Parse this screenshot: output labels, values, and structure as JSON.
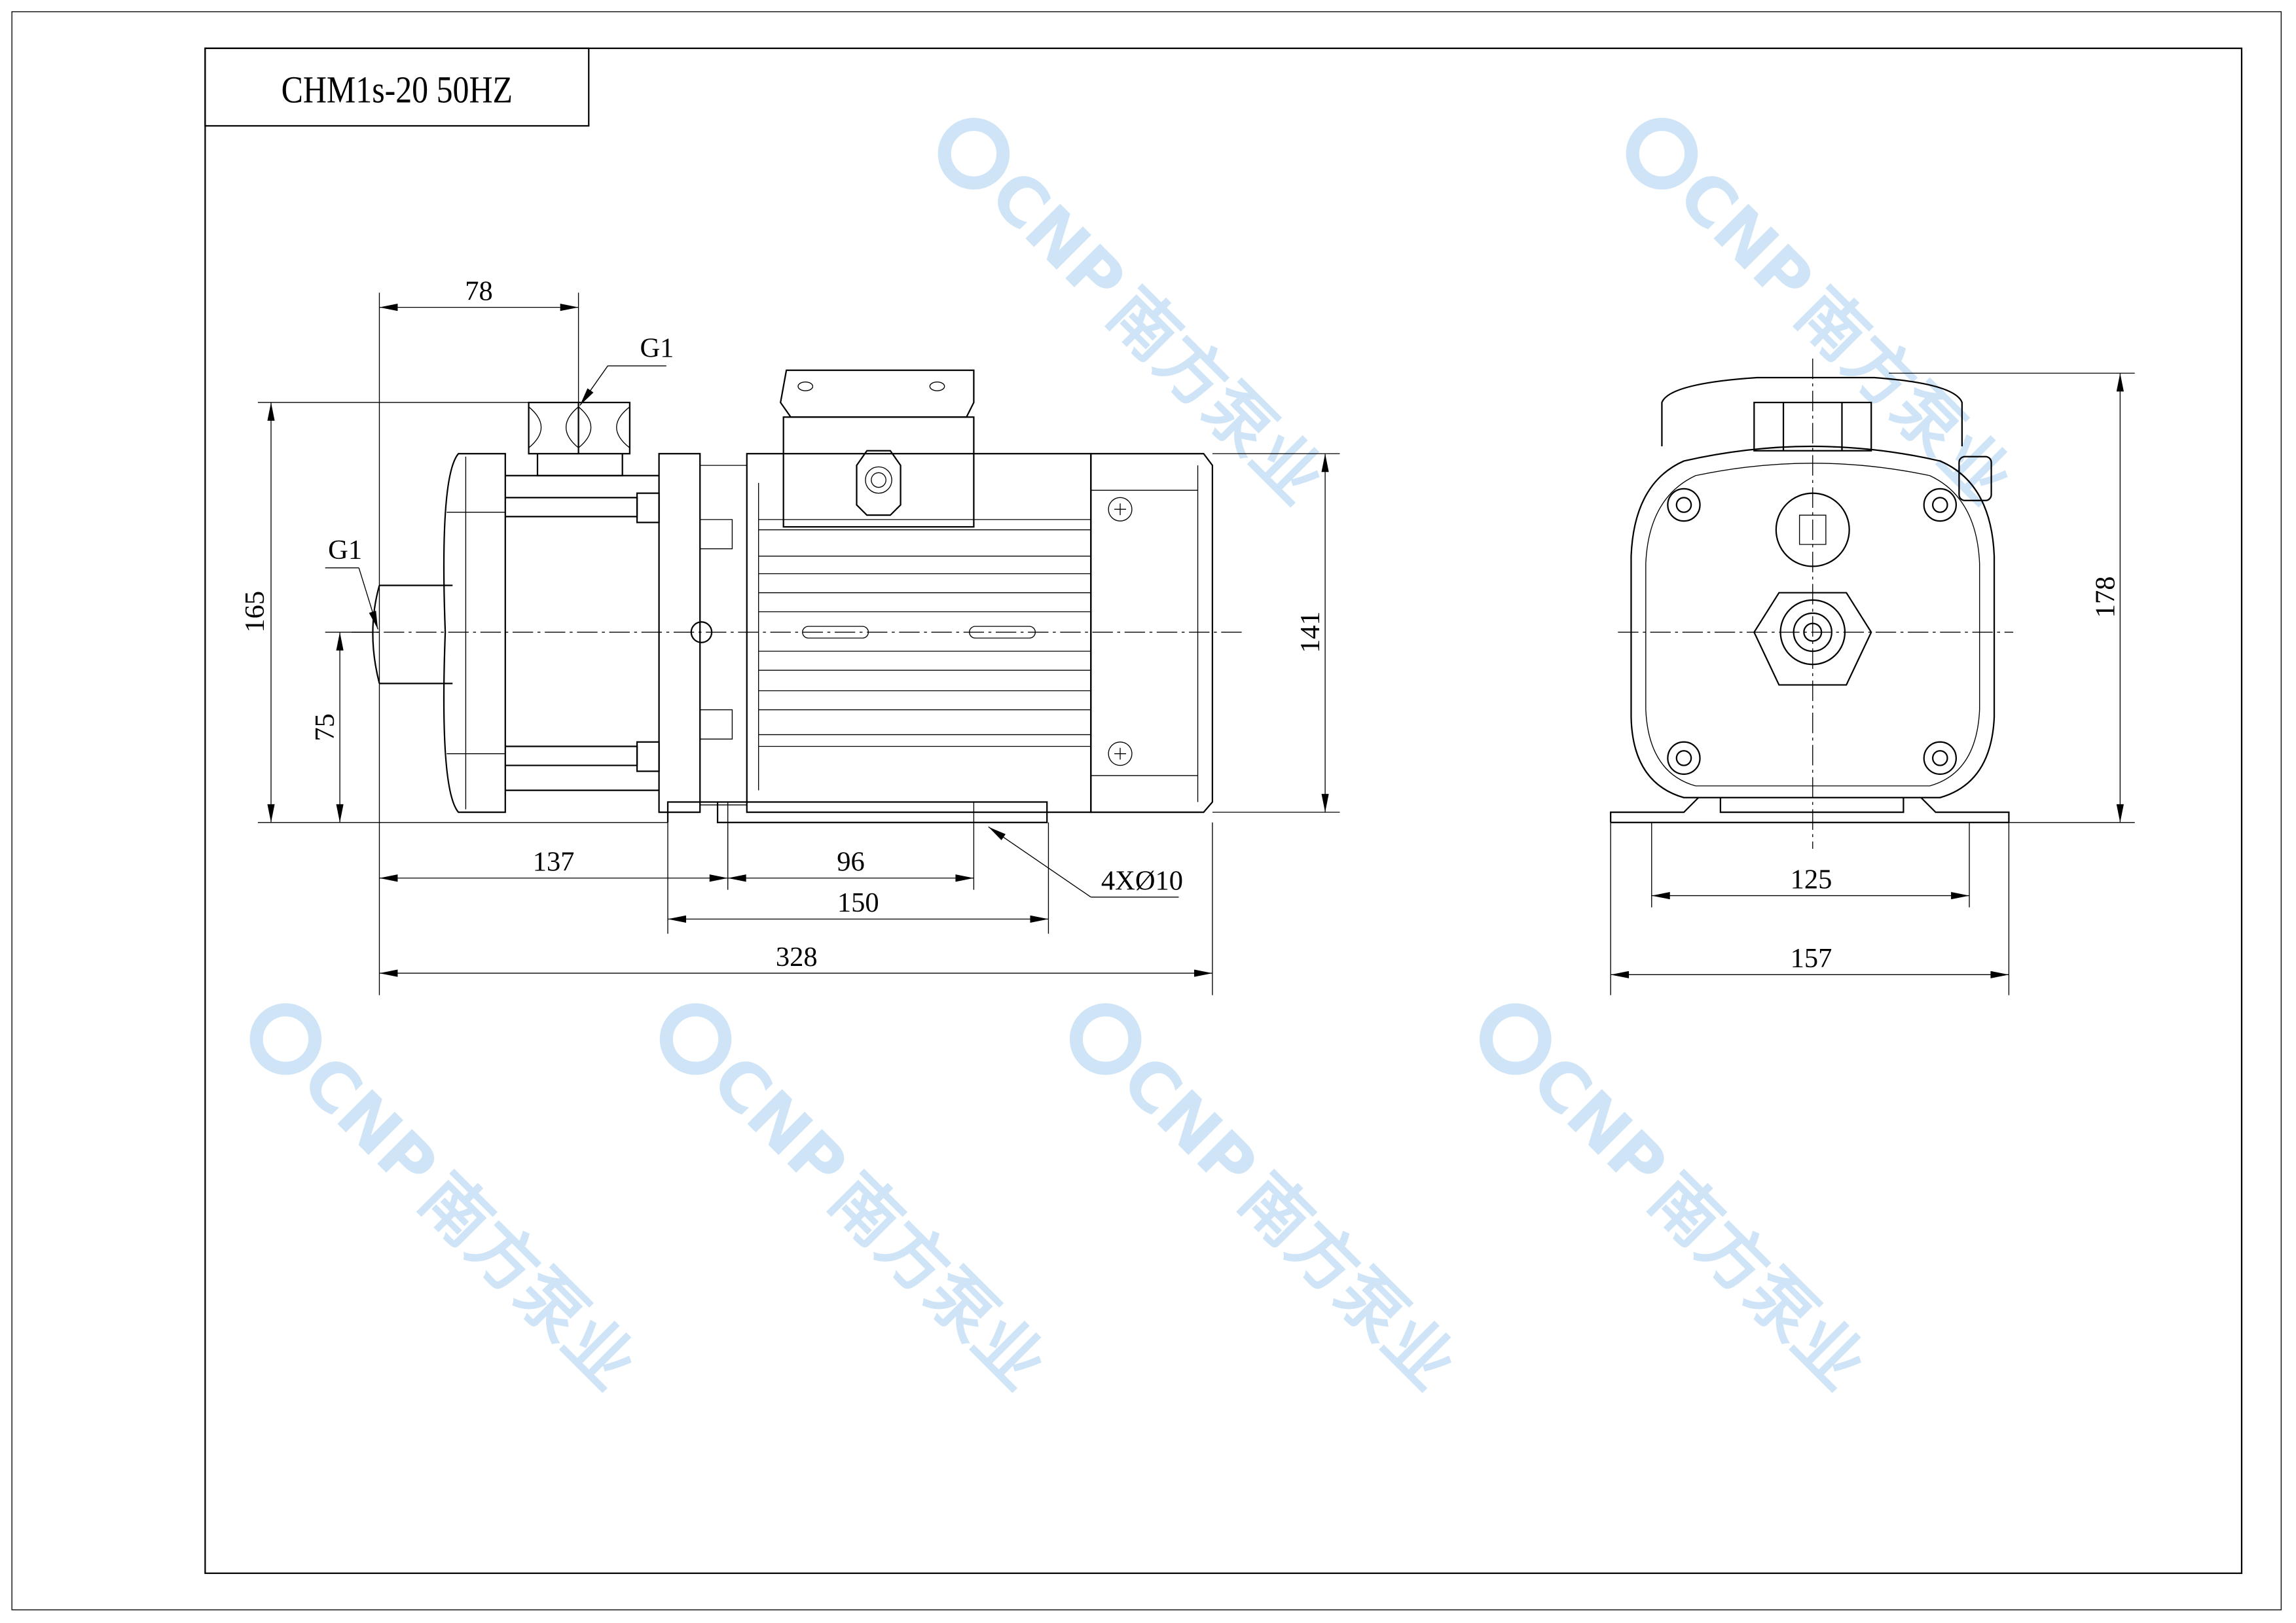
{
  "title": "CHM1s-20 50HZ",
  "watermark": {
    "brand": "CNP",
    "chinese": "南方泵业",
    "color": "#cfe5f7"
  },
  "side_view": {
    "inlet_label": "G1",
    "outlet_label": "G1",
    "dim_outlet_offset": "78",
    "dim_total_height": "165",
    "dim_center_height": "75",
    "dim_motor_height": "141",
    "dim_inlet_to_foot": "137",
    "dim_foot_holes": "96",
    "dim_base_length": "150",
    "dim_total_length": "328",
    "mount_holes": "4XØ10"
  },
  "end_view": {
    "dim_height": "178",
    "dim_foot_holes": "125",
    "dim_width": "157"
  }
}
